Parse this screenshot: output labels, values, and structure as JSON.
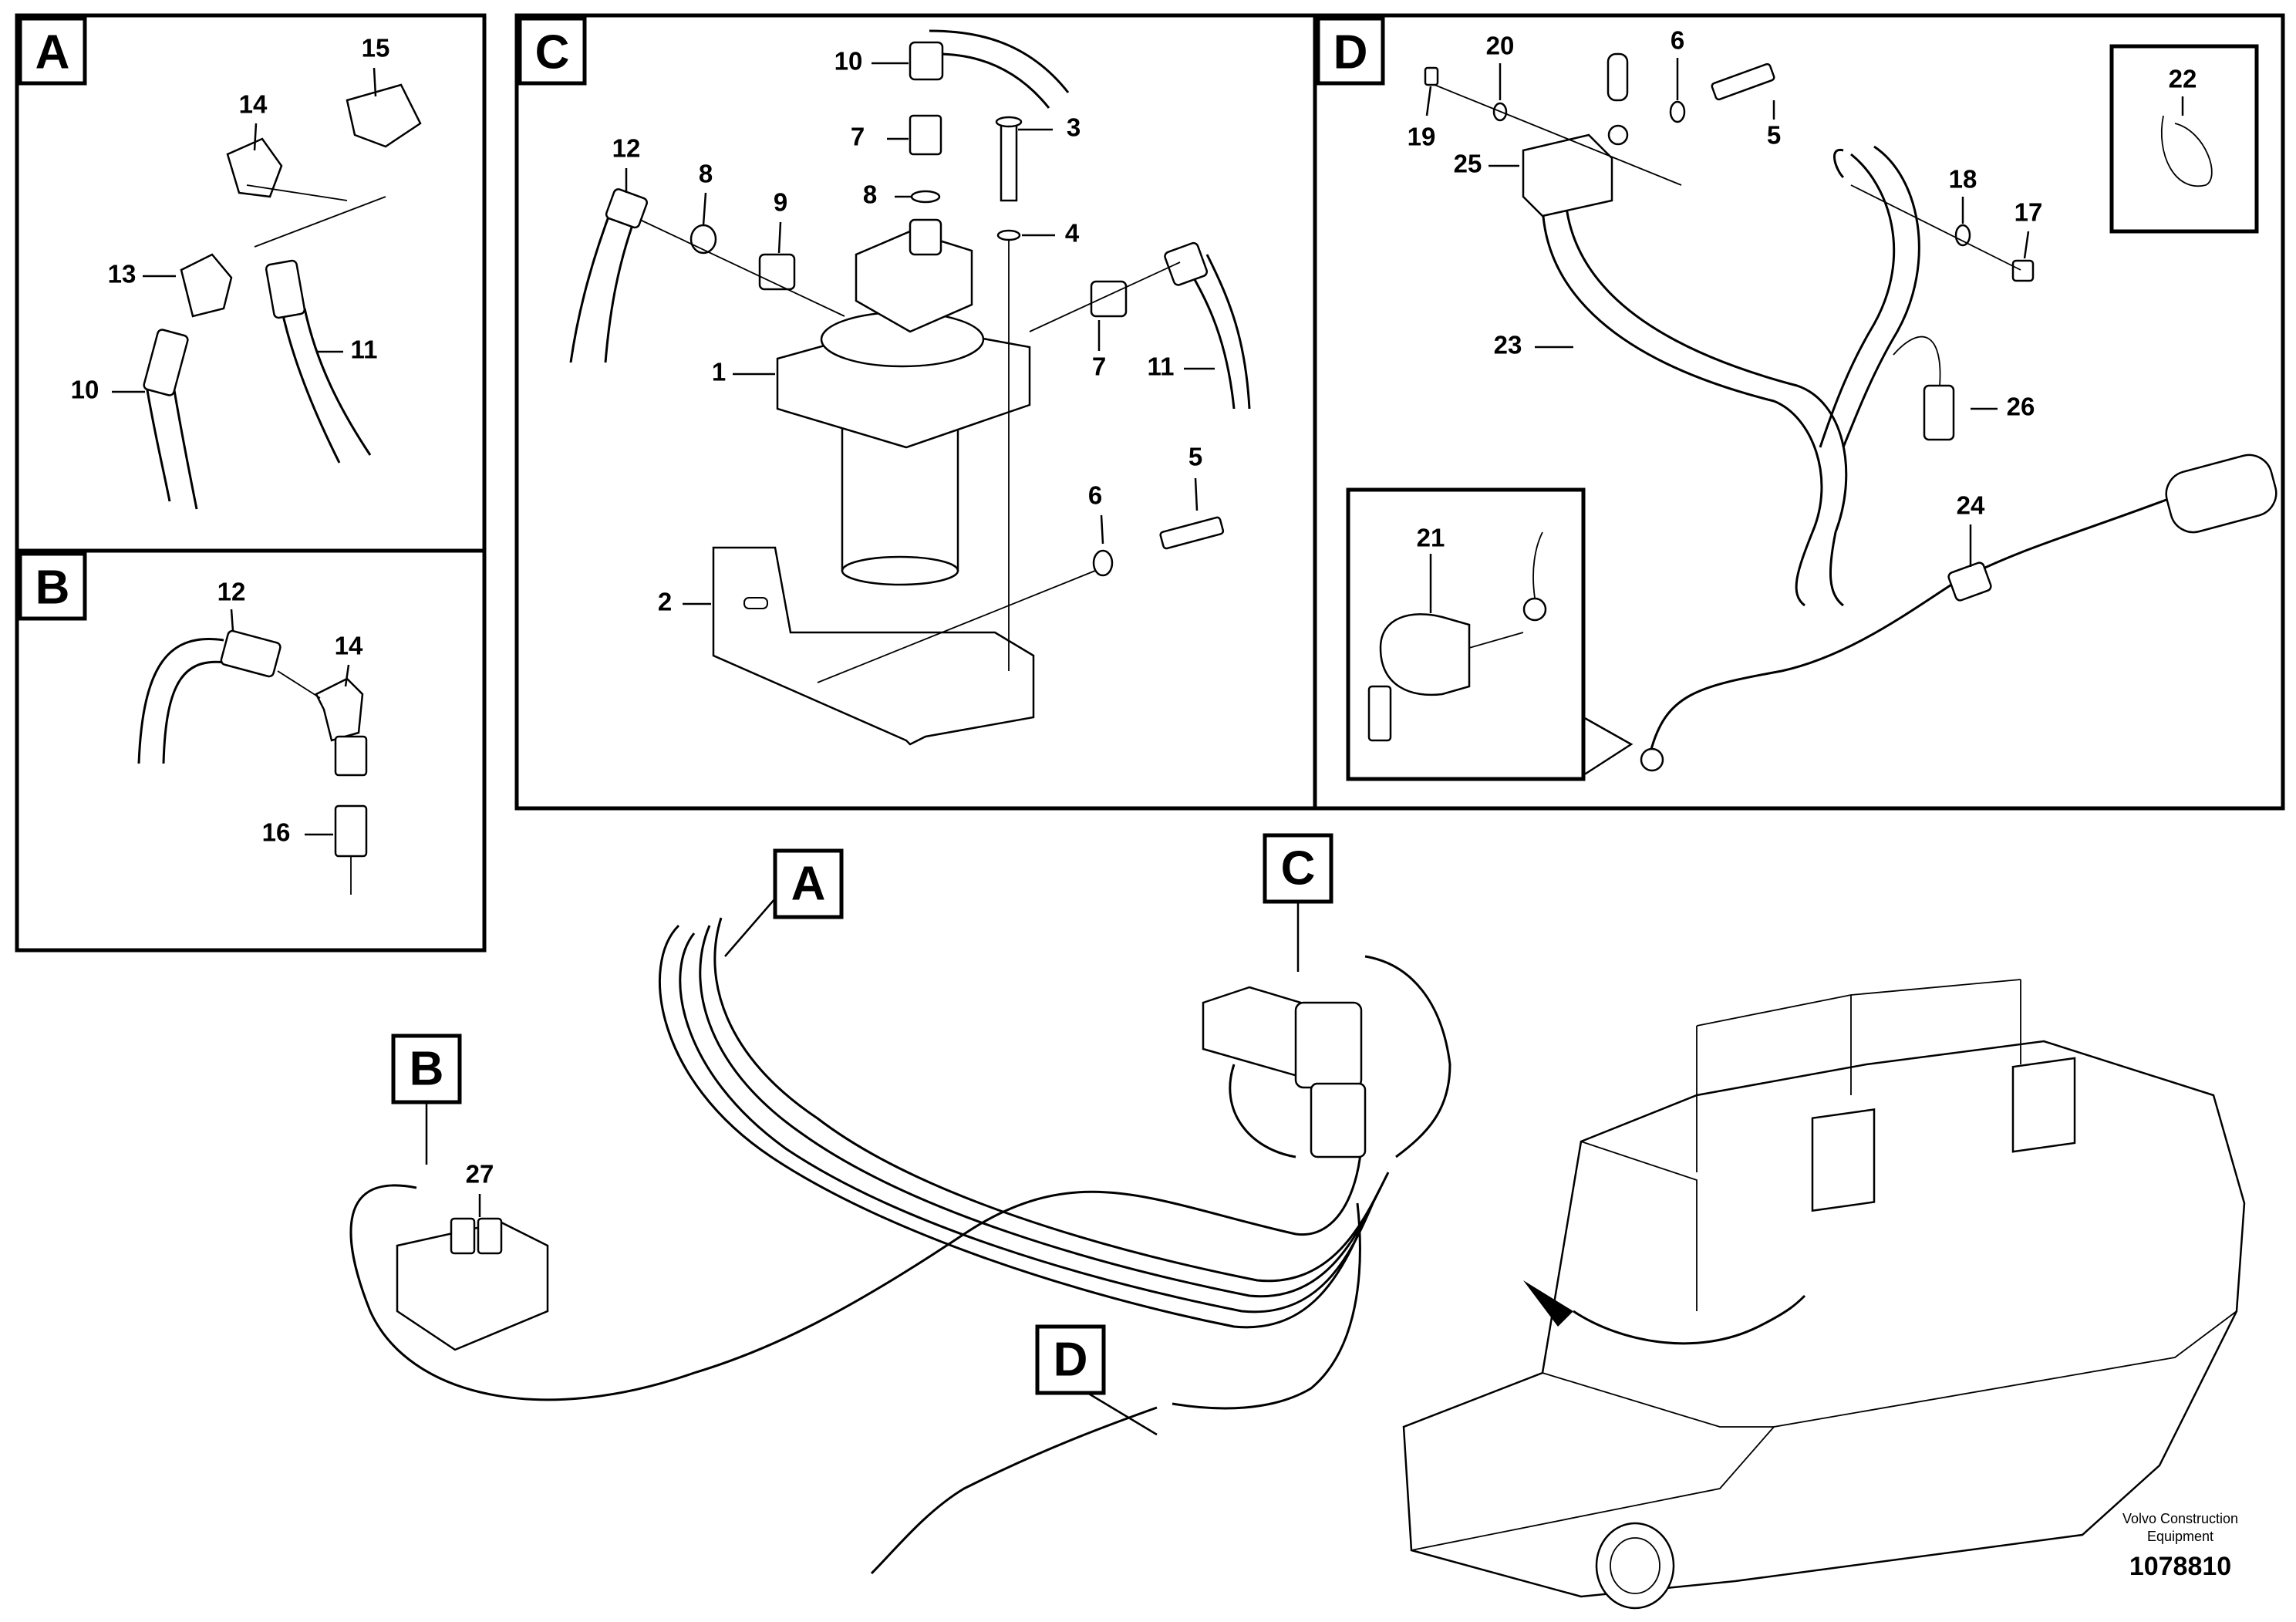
{
  "panels": {
    "A": {
      "letter": "A",
      "labels": [
        "14",
        "15",
        "13",
        "11",
        "10"
      ]
    },
    "B": {
      "letter": "B",
      "labels": [
        "12",
        "14",
        "16"
      ]
    },
    "C": {
      "letter": "C",
      "labels": [
        "10",
        "7",
        "3",
        "12",
        "8",
        "9",
        "8",
        "4",
        "1",
        "7",
        "11",
        "6",
        "5",
        "2"
      ]
    },
    "D": {
      "letter": "D",
      "labels": [
        "20",
        "6",
        "19",
        "25",
        "5",
        "18",
        "17",
        "23",
        "26",
        "24",
        "21",
        "22"
      ]
    }
  },
  "overview": {
    "callouts": [
      "A",
      "B",
      "C",
      "D"
    ],
    "labels": [
      "27"
    ]
  },
  "footer": {
    "brand_line1": "Volvo Construction",
    "brand_line2": "Equipment",
    "doc_number": "1078810"
  }
}
